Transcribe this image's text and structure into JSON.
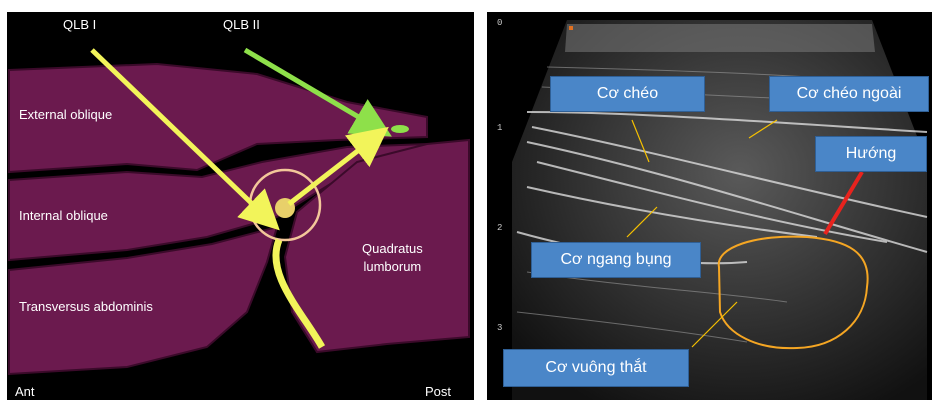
{
  "left": {
    "labels": {
      "qlb1": "QLB I",
      "qlb2": "QLB II",
      "external_oblique": "External oblique",
      "internal_oblique": "Internal oblique",
      "transversus": "Transversus abdominis",
      "quadratus": "Quadratus\nlumborum",
      "ant": "Ant",
      "post": "Post"
    },
    "colors": {
      "muscle": "#6b1a4e",
      "yellow_arrow": "#f2f45a",
      "green_arrow": "#8ee04a",
      "circle": "#f3c79a"
    }
  },
  "right": {
    "depth_marks": [
      "0",
      "1",
      "2",
      "3"
    ],
    "callouts": {
      "co_cheo": "Cơ chéo",
      "co_cheo_ngoai": "Cơ chéo ngoài",
      "huong": "Hướng",
      "co_ngang_bung": "Cơ ngang bụng",
      "co_vuong_that": "Cơ vuông thắt"
    },
    "colors": {
      "callout_bg": "#4a86c8",
      "outline": "#f5a623",
      "needle": "#e8231e"
    }
  }
}
